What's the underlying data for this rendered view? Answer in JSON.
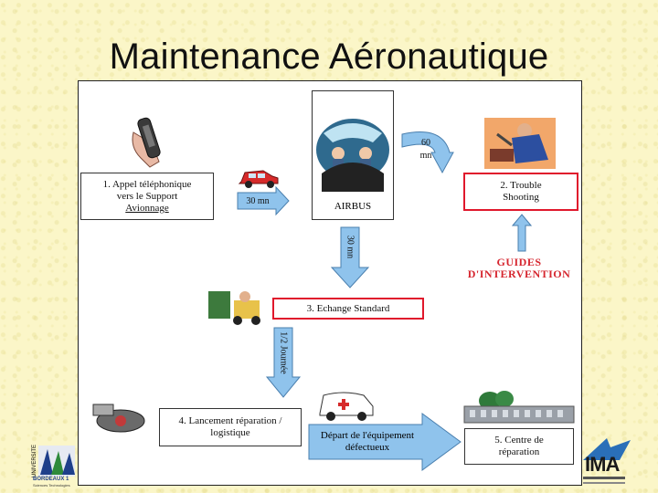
{
  "title": "Maintenance Aéronautique",
  "diagram": {
    "step1": {
      "line1": "1. Appel téléphonique",
      "line2": "vers le Support",
      "line3": "Avionnage"
    },
    "arrow1_label": "30 mn",
    "airbus_label": "AIRBUS",
    "arrow2_label_a": "60",
    "arrow2_label_b": "mn",
    "step2": {
      "line1": "2. Trouble",
      "line2": "Shooting"
    },
    "guides": {
      "line1": "GUIDES",
      "line2": "D'INTERVENTION"
    },
    "arrow3_label": "30 mn",
    "step3": "3. Echange Standard",
    "arrow4_label": "1/2 Journée",
    "step4": {
      "line1": "4. Lancement réparation /",
      "line2": "logistique"
    },
    "depart": {
      "line1": "Départ de l'équipement",
      "line2": "défectueux"
    },
    "step5": {
      "line1": "5. Centre de",
      "line2": "réparation"
    }
  },
  "logos": {
    "left_vertical": "UNIVERSITE",
    "left_name": "BORDEAUX 1",
    "left_sub": "Sciences Technologies",
    "right_name": "IMA"
  },
  "colors": {
    "background": "#fbf6c8",
    "step_border": "#e0182c",
    "arrow_blue": "#8fc3ec",
    "guides_text": "#d6262f"
  }
}
